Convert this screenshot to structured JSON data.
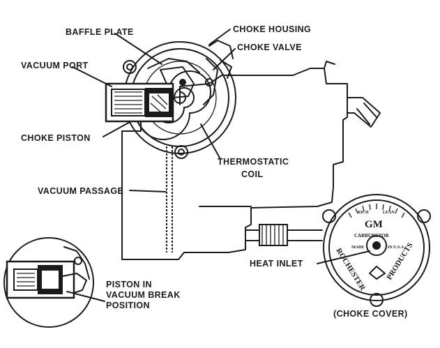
{
  "labels": {
    "baffle_plate": "BAFFLE PLATE",
    "choke_housing": "CHOKE HOUSING",
    "choke_valve": "CHOKE VALVE",
    "vacuum_port": "VACUUM PORT",
    "choke_piston": "CHOKE PISTON",
    "thermostatic_coil_line1": "THERMOSTATIC",
    "thermostatic_coil_line2": "COIL",
    "vacuum_passage": "VACUUM PASSAGE",
    "heat_inlet": "HEAT INLET",
    "piston_line1": "PISTON IN",
    "piston_line2": "VACUUM BREAK",
    "piston_line3": "POSITION",
    "choke_cover_caption": "(CHOKE COVER)"
  },
  "choke_cover_logo": {
    "gm": "GM",
    "carburetor": "CARBURETOR",
    "rochester": "ROCHESTER",
    "products": "PRODUCTS",
    "rich": "RICH",
    "lean": "LEAN",
    "made": "MADE",
    "in_usa": "IN U.S.A."
  }
}
